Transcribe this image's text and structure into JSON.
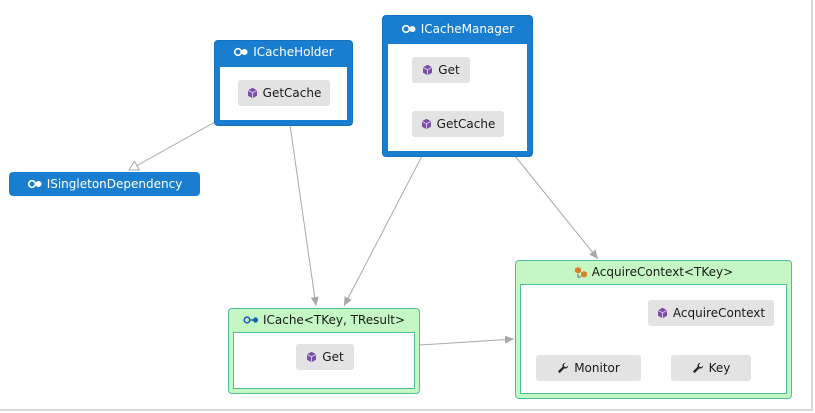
{
  "nodes": {
    "icacheholder": {
      "title": "ICacheHolder",
      "members": [
        "GetCache"
      ]
    },
    "icachemanager": {
      "title": "ICacheManager",
      "members": [
        "Get",
        "GetCache"
      ]
    },
    "isingleton": {
      "title": "ISingletonDependency"
    },
    "icache": {
      "title": "ICache<TKey, TResult>",
      "members": [
        "Get"
      ]
    },
    "acquirecontext": {
      "title": "AcquireContext<TKey>",
      "members": [
        "AcquireContext",
        "Monitor",
        "Key"
      ]
    }
  },
  "icons": {
    "interface": "interface-icon",
    "method": "method-icon",
    "class": "class-icon",
    "property": "wrench-icon"
  },
  "colors": {
    "interface_fill": "#1a7ed0",
    "class_fill": "#c4f7c4",
    "class_border": "#4dbd9a",
    "edge": "#a8a8a8"
  }
}
